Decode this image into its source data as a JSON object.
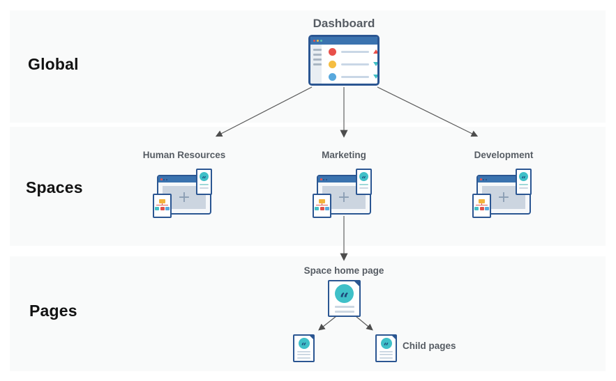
{
  "diagram": {
    "rows": [
      {
        "id": "global",
        "label": "Global"
      },
      {
        "id": "spaces",
        "label": "Spaces"
      },
      {
        "id": "pages",
        "label": "Pages"
      }
    ],
    "dashboard": {
      "label": "Dashboard"
    },
    "spaces": {
      "items": [
        {
          "label": "Human Resources"
        },
        {
          "label": "Marketing"
        },
        {
          "label": "Development"
        }
      ]
    },
    "pages": {
      "home_label": "Space home page",
      "child_label": "Child pages"
    },
    "colors": {
      "band_background": "#f9fafa",
      "window_border": "#2b5692",
      "window_titlebar": "#3b73af",
      "teal_accent": "#3fc0c8",
      "quote_navy": "#1d4679",
      "red_accent": "#e8504a",
      "yellow_accent": "#f5bd41",
      "blue_accent": "#58a8dd",
      "line_blue_gray": "#c9d7e6",
      "arrow_gray": "#4d4d4d",
      "row_label_color": "#121212",
      "node_label_color": "#565c63"
    }
  }
}
